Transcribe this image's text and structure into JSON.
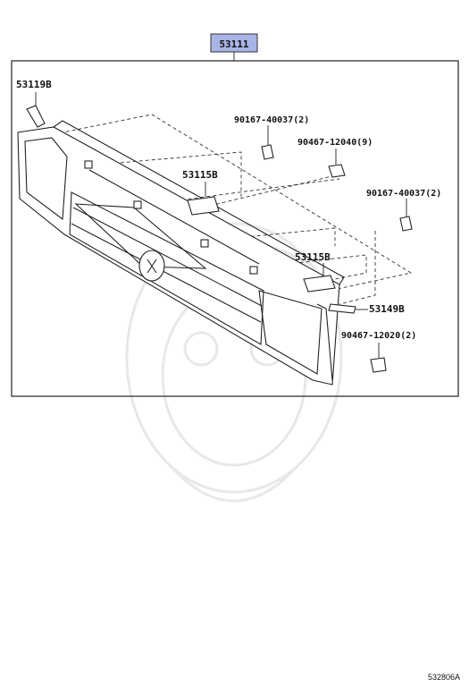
{
  "main_part": {
    "number": "53111",
    "highlight_color": "#a9b4e6"
  },
  "callouts": [
    {
      "id": "c-53119b",
      "label": "53119B"
    },
    {
      "id": "c-90167-1",
      "label": "90167-40037(2)"
    },
    {
      "id": "c-90467-9",
      "label": "90467-12040(9)"
    },
    {
      "id": "c-53115b-1",
      "label": "53115B"
    },
    {
      "id": "c-90167-2",
      "label": "90167-40037(2)"
    },
    {
      "id": "c-53115b-2",
      "label": "53115B"
    },
    {
      "id": "c-53149b",
      "label": "53149B"
    },
    {
      "id": "c-90467-2",
      "label": "90467-12020(2)"
    }
  ],
  "footer": {
    "diagram_ref": "532806A"
  }
}
